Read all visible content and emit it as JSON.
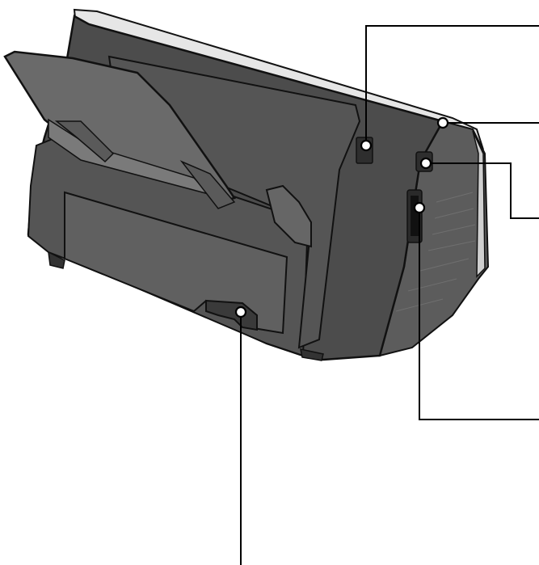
{
  "figure": {
    "subject": "printer-rear-view",
    "colors": {
      "body_dark": "#4a4a4a",
      "body_mid": "#5c5c5c",
      "body_light": "#777777",
      "highlight": "#d8d8d8",
      "outline": "#111111",
      "callout": "#000000",
      "marker_fill": "#ffffff",
      "background": "#ffffff"
    },
    "callouts": [
      {
        "id": "rear-port-callout"
      },
      {
        "id": "top-cover-edge-callout"
      },
      {
        "id": "side-socket-callout"
      },
      {
        "id": "side-slot-callout"
      },
      {
        "id": "bottom-notch-callout"
      }
    ]
  }
}
